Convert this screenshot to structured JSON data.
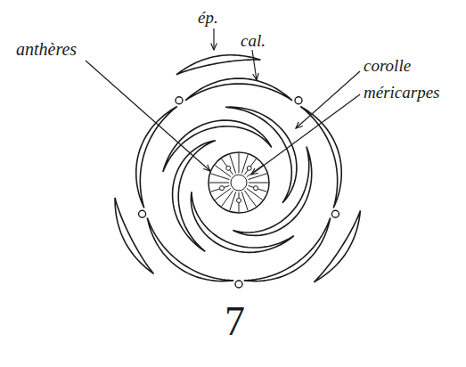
{
  "diagram": {
    "labels": [
      "ép.",
      "cal.",
      "anthères",
      "corolle",
      "méricarpes",
      "7"
    ]
  }
}
